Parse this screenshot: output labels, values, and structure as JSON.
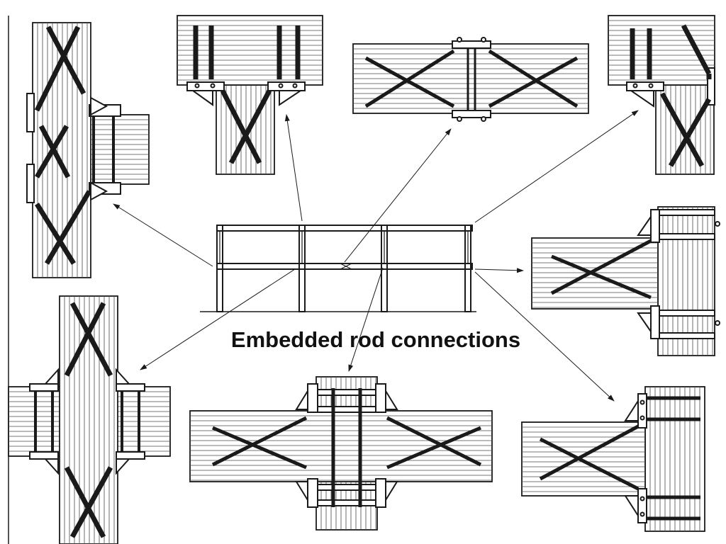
{
  "caption": "Embedded rod connections",
  "colors": {
    "ink": "#1a1a1a",
    "grain": "#4a4a4a",
    "background": "#ffffff"
  },
  "details": [
    "left-column-splice-detail",
    "top-beam-column-detail",
    "top-beam-splice-detail",
    "top-right-corner-detail",
    "right-beam-column-detail",
    "lower-right-beam-column-detail",
    "bottom-beam-splice-detail",
    "lower-left-column-splice-detail"
  ]
}
